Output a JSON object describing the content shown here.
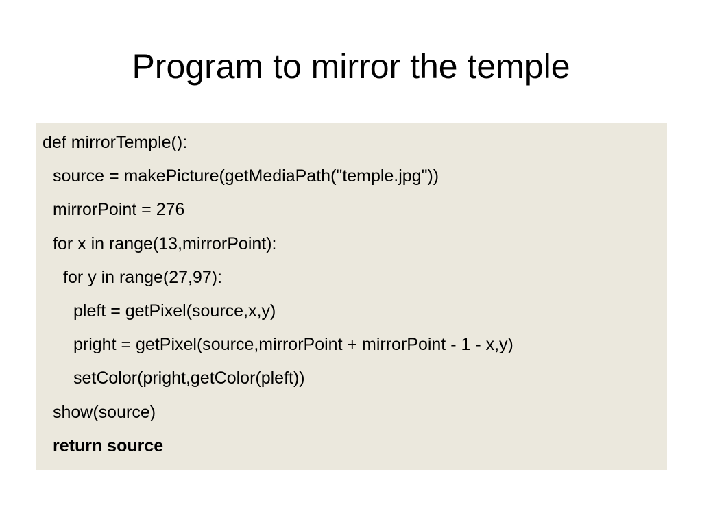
{
  "slide": {
    "title": "Program to mirror the temple",
    "code_lines": [
      {
        "text": "def mirrorTemple():",
        "indent": 0,
        "bold": false
      },
      {
        "text": "source = makePicture(getMediaPath(\"temple.jpg\"))",
        "indent": 1,
        "bold": false
      },
      {
        "text": "mirrorPoint = 276",
        "indent": 1,
        "bold": false
      },
      {
        "text": "for x in range(13,mirrorPoint):",
        "indent": 1,
        "bold": false
      },
      {
        "text": "for y in range(27,97):",
        "indent": 2,
        "bold": false
      },
      {
        "text": "pleft = getPixel(source,x,y)",
        "indent": 3,
        "bold": false
      },
      {
        "text": "pright = getPixel(source,mirrorPoint + mirrorPoint - 1 - x,y)",
        "indent": 3,
        "bold": false
      },
      {
        "text": "setColor(pright,getColor(pleft))",
        "indent": 3,
        "bold": false
      },
      {
        "text": "show(source)",
        "indent": 1,
        "bold": false
      },
      {
        "text": "return source",
        "indent": 1,
        "bold": true
      }
    ]
  },
  "colors": {
    "code_background": "#ebe8dd",
    "text": "#000000",
    "page_background": "#ffffff"
  }
}
